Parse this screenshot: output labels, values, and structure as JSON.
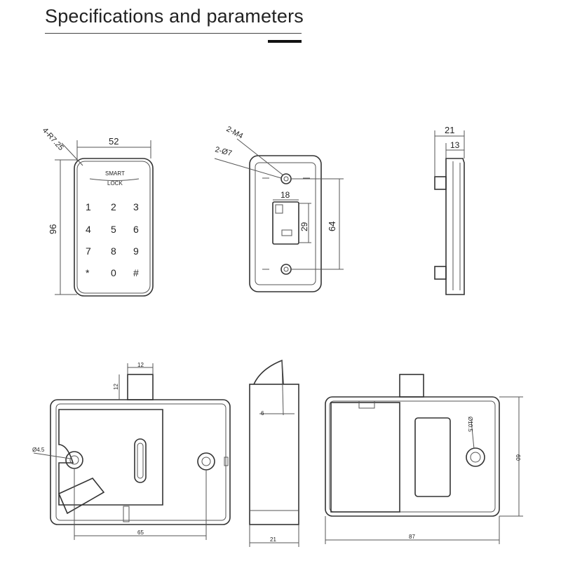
{
  "header": {
    "title": "Specifications and parameters"
  },
  "front_view": {
    "width": "52",
    "height": "96",
    "radius": "4-R7.25",
    "brand_line1": "SMART",
    "brand_line2": "LOCK",
    "keys": [
      "1",
      "2",
      "3",
      "4",
      "5",
      "6",
      "7",
      "8",
      "9",
      "*",
      "0",
      "#"
    ]
  },
  "back_view": {
    "screw_label": "2-M4",
    "hole_label": "2-Ø7",
    "module_width": "18",
    "module_height": "29",
    "hole_spacing": "64"
  },
  "side_view": {
    "depth": "21",
    "inner_depth": "13"
  },
  "lock_body_view": {
    "bolt_width": "12",
    "bolt_height": "12",
    "hole_diameter": "Ø4.5",
    "length": "65"
  },
  "lock_side_view": {
    "offset": "6",
    "depth": "21"
  },
  "lock_back_view": {
    "hole_diameter": "Ø10.5",
    "height": "60",
    "length": "87"
  }
}
